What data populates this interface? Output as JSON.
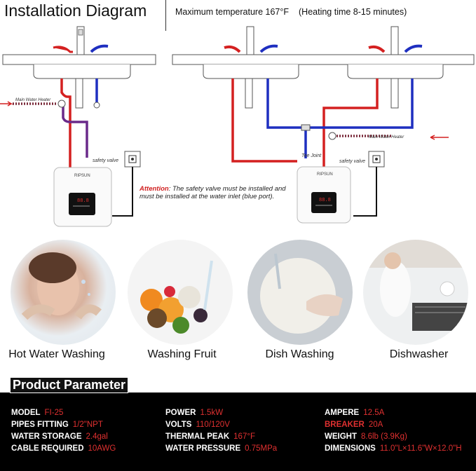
{
  "header": {
    "title": "Installation Diagram",
    "max_temp": "Maximum temperature 167°F",
    "heating_time": "(Heating time 8-15 minutes)"
  },
  "diagram_left": {
    "main_label": "Main Water Heater",
    "valve_label": "safety valve",
    "brand": "RIPSUN",
    "display": "88.8"
  },
  "diagram_right": {
    "main_label": "Main Water Heater",
    "valve_label": "safety valve",
    "tee_label": "Tee Joint",
    "brand": "RIPSUN",
    "display": "88.8"
  },
  "attention": {
    "prefix": "Attention",
    "text": ": The safety valve must be installed and must be installed at the water inlet (blue port)."
  },
  "uses": [
    {
      "label": "Hot Water Washing"
    },
    {
      "label": "Washing Fruit"
    },
    {
      "label": "Dish Washing"
    },
    {
      "label": "Dishwasher"
    }
  ],
  "params": {
    "title": "Product Parameter",
    "col1": [
      {
        "key": "MODEL",
        "value": "FI-25"
      },
      {
        "key": "PIPES FITTING",
        "value": "1/2\"NPT"
      },
      {
        "key": "WATER STORAGE",
        "value": "2.4gal"
      },
      {
        "key": "CABLE REQUIRED",
        "value": "10AWG"
      }
    ],
    "col2": [
      {
        "key": "POWER",
        "value": "1.5kW"
      },
      {
        "key": "VOLTS",
        "value": "110/120V"
      },
      {
        "key": "THERMAL PEAK",
        "value": "167°F"
      },
      {
        "key": "WATER PRESSURE",
        "value": "0.75MPa"
      }
    ],
    "col3": [
      {
        "key": "AMPERE",
        "value": "12.5A"
      },
      {
        "key": "BREAKER",
        "value": "20A"
      },
      {
        "key": "WEIGHT",
        "value": "8.6lb (3.9Kg)"
      },
      {
        "key": "DIMENSIONS",
        "value": "11.0\"L×11.6\"W×12.0\"H"
      }
    ]
  },
  "colors": {
    "hot": "#d42020",
    "cold": "#1e2fc0",
    "accent": "#e03030"
  }
}
